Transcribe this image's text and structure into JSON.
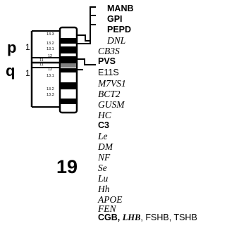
{
  "chromosome": {
    "number": "19",
    "arm_p": "p",
    "arm_q": "q",
    "p_region": "1",
    "q_region": "1",
    "bands": [
      "13.3",
      "13.2",
      "13.1",
      "12",
      "11",
      "11",
      "12",
      "13.1",
      "13.2",
      "13.3"
    ]
  },
  "genes": [
    {
      "text": "MANB",
      "style": "bold"
    },
    {
      "text": "GPI",
      "style": "bold"
    },
    {
      "text": "PEPD",
      "style": "bold"
    },
    {
      "text": "DNL",
      "style": "italic"
    },
    {
      "text": "CB3S",
      "style": "italic"
    },
    {
      "text": "PVS",
      "style": "bold"
    },
    {
      "text": "E11S",
      "style": "plain"
    },
    {
      "text": "M7VS1",
      "style": "italic"
    },
    {
      "text": "BCT2",
      "style": "italic"
    },
    {
      "text": "GUSM",
      "style": "italic"
    },
    {
      "text": "HC",
      "style": "italic"
    },
    {
      "text": "C3",
      "style": "bold"
    },
    {
      "text": "Le",
      "style": "italic"
    },
    {
      "text": "DM",
      "style": "italic"
    },
    {
      "text": "NF",
      "style": "italic"
    },
    {
      "text": "Se",
      "style": "italic"
    },
    {
      "text": "Lu",
      "style": "italic"
    },
    {
      "text": "Hh",
      "style": "italic"
    },
    {
      "text": "APOE",
      "style": "italic"
    },
    {
      "text": "FEN",
      "style": "italic"
    }
  ],
  "last_line": [
    {
      "text": "CGB",
      "style": "bold"
    },
    {
      "text": ", ",
      "style": "bold"
    },
    {
      "text": "LHB",
      "style": "italic"
    },
    {
      "text": ", FSHB, TSHB",
      "style": "plain"
    }
  ]
}
